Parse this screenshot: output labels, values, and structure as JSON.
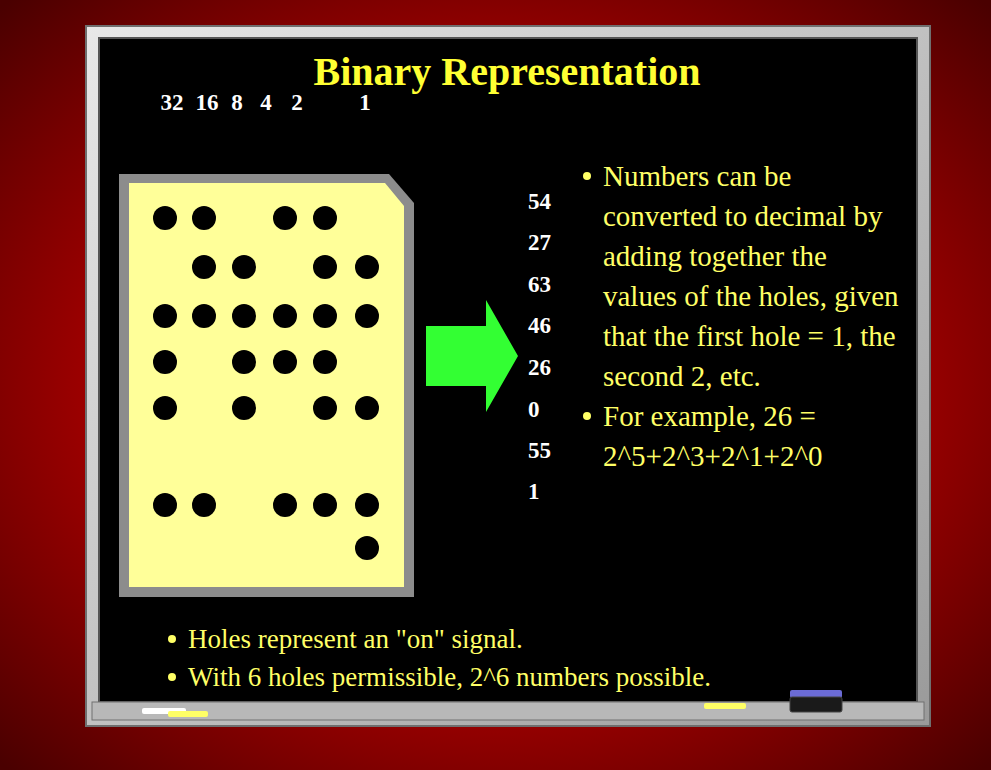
{
  "diagram": {
    "title": "Binary Representation",
    "labels": [
      "32",
      "16",
      "8",
      "4",
      "2",
      "1",
      "54",
      "27",
      "63",
      "46",
      "26",
      "0",
      "55",
      "1",
      "Numbers can be converted to decimal by adding together the values of the holes, given that the first hole = 1, the second 2, etc.",
      "For example, 26 = 2^5+2^3+2^1+2^0",
      "Holes represent an \"on\" signal.",
      "With 6 holes permissible, 2^6 numbers possible."
    ]
  }
}
